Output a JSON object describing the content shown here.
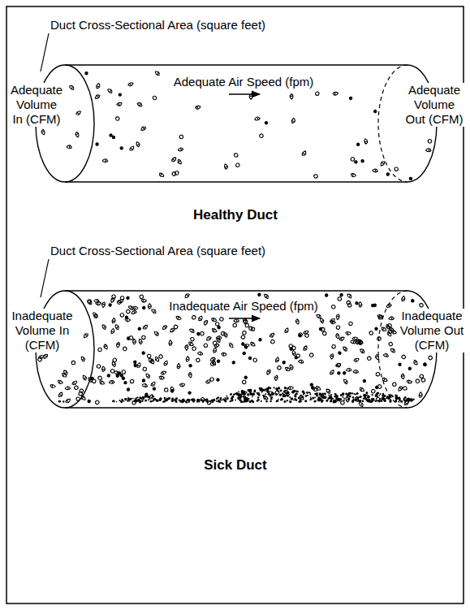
{
  "diagram": {
    "labels": [
      "Duct Cross-Sectional Area (square feet)",
      "Adequate Volume In (CFM)",
      "Adequate Air Speed (fpm)",
      "Adequate Volume Out (CFM)",
      "Healthy Duct",
      "Duct Cross-Sectional Area (square feet)",
      "Inadequate Volume In (CFM)",
      "Inadequate Air Speed (fpm)",
      "Inadequate Volume Out (CFM)",
      "Sick Duct"
    ]
  }
}
